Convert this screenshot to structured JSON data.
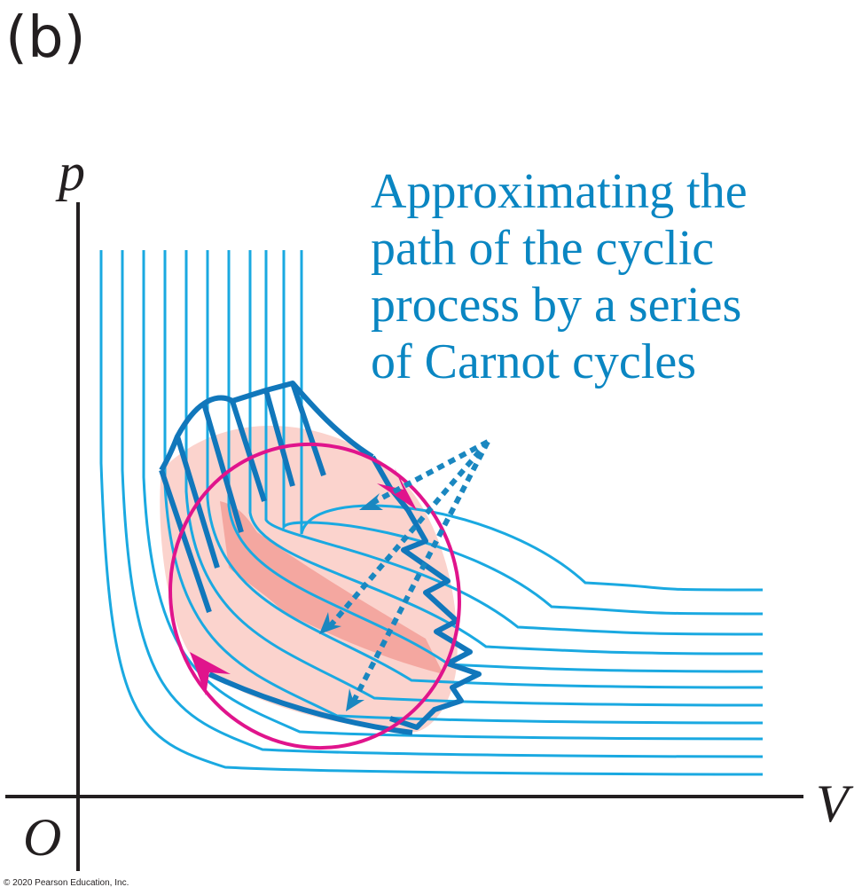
{
  "panel_label": "(b)",
  "axes": {
    "y_label": "p",
    "x_label": "V",
    "origin_label": "O"
  },
  "caption_lines": [
    "Approximating the",
    "path of the cyclic",
    "process by a series",
    "of Carnot cycles"
  ],
  "copyright": "© 2020 Pearson Education, Inc.",
  "colors": {
    "isotherm": "#1aa9e1",
    "carnot_path": "#1177bb",
    "cyclic_process": "#e0148c",
    "region_fill": "#fbd3cd",
    "highlight_fill": "#f4a7a0",
    "pointer": "#1a87c0",
    "axis": "#231f20"
  }
}
